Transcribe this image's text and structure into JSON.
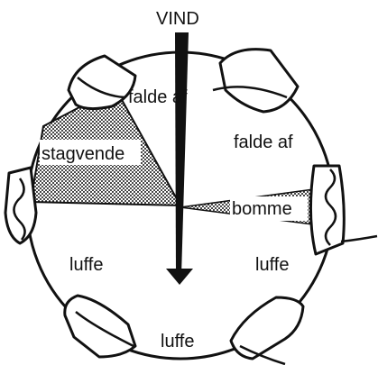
{
  "diagram": {
    "wind_label": "VIND",
    "zone_labels": {
      "falde_af_top": "falde af",
      "falde_af_right": "falde af",
      "stagvende": "stagvende",
      "bomme": "bomme",
      "luffe_left": "luffe",
      "luffe_right": "luffe",
      "luffe_bottom": "luffe"
    },
    "colors": {
      "ink": "#111111",
      "shade_stroke": "#8a8a8a",
      "background": "#ffffff"
    }
  }
}
